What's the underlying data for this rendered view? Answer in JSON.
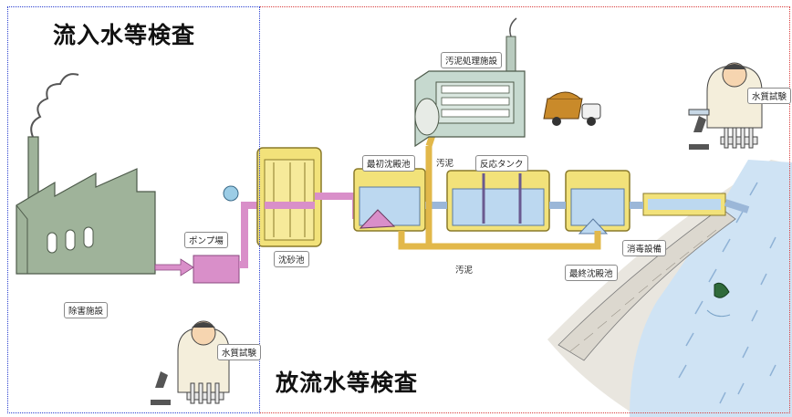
{
  "titles": {
    "inflow": "流入水等検査",
    "outflow": "放流水等検査"
  },
  "labels": {
    "sludge_facility": "汚泥処理施設",
    "water_test_top": "水質試験",
    "water_test_bottom": "水質試験",
    "pump_station": "ポンプ場",
    "abatement": "除害施設",
    "grit_chamber": "沈砂池",
    "primary_settling": "最初沈殿池",
    "sludge_top": "汚泥",
    "reaction_tank": "反応タンク",
    "disinfection": "消毒設備",
    "final_settling": "最終沈殿池",
    "sludge_bottom": "汚泥"
  },
  "colors": {
    "inflow_border": "#2a3fd0",
    "outflow_border": "#d83a3a",
    "factory": "#9fb39a",
    "pipe_pink": "#d98fc9",
    "pipe_yellow": "#e2b84a",
    "tank_yellow": "#f2e27a",
    "water_blue": "#bcd8f0",
    "river": "#cfe3f4"
  },
  "icons": [
    "factory-icon",
    "truck-icon",
    "technician-icon",
    "microscope-icon",
    "test-tubes-icon",
    "fish-icon",
    "arrow-right-icon"
  ]
}
